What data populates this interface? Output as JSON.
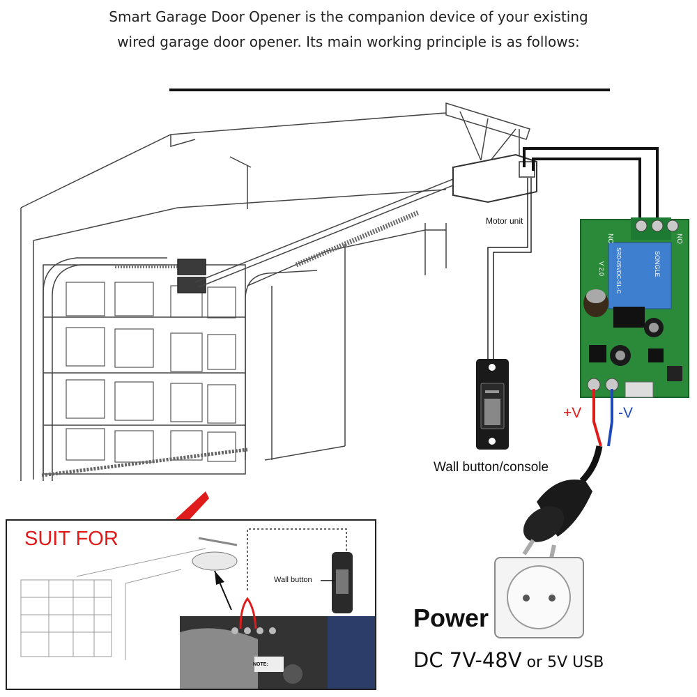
{
  "intro": {
    "line1": "Smart Garage Door Opener is the companion device of your existing",
    "line2": "wired garage door opener. Its main working principle is as follows:"
  },
  "labels": {
    "motor_unit": "Motor unit",
    "wall_button_console": "Wall button/console",
    "positive": "+V",
    "negative": "-V",
    "power_title": "Power",
    "power_spec_main": "DC 7V-48V",
    "power_spec_or": " or ",
    "power_spec_usb": "5V USB"
  },
  "suit_panel": {
    "title": "SUIT FOR",
    "wall_button": "Wall button",
    "note": "NOTE:"
  },
  "board": {
    "relay_brand": "SONGLE",
    "relay_model": "SRD-05VDC-SL-C",
    "terminal_left": "NC",
    "terminal_right": "NO",
    "version": "V 2.0"
  },
  "colors": {
    "board_green": "#2a8a3a",
    "relay_blue": "#3f7fd0",
    "positive_wire": "#e01b1b",
    "negative_wire": "#1f49b7",
    "check_red": "#e01b1b"
  }
}
